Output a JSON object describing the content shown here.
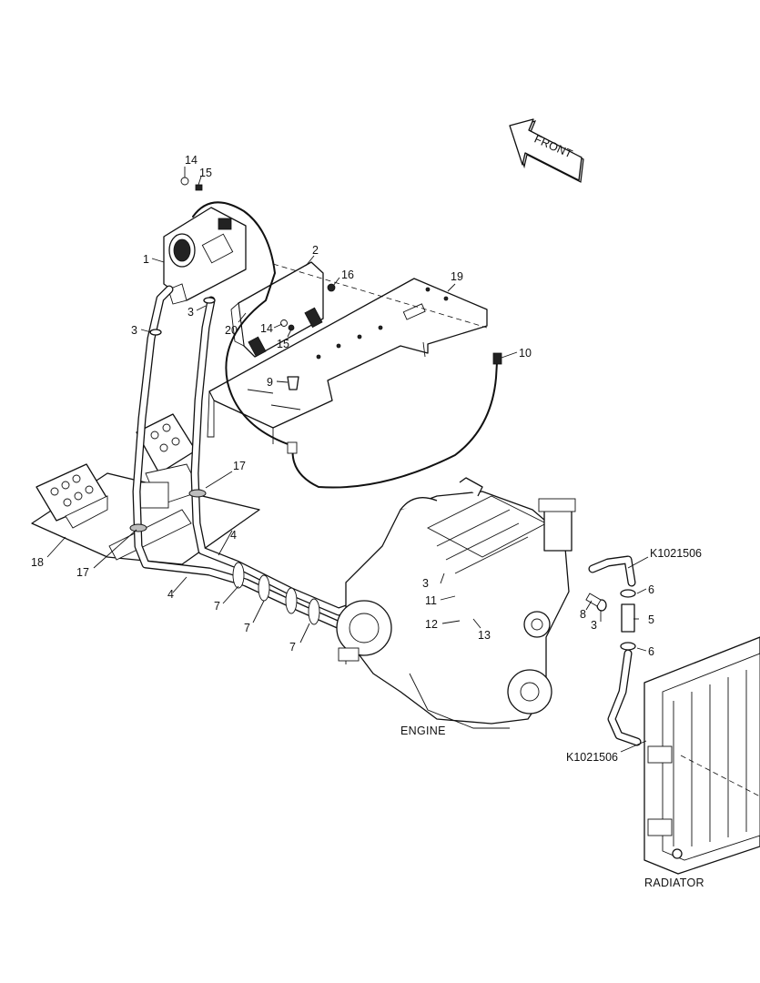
{
  "callouts": {
    "c1": "1",
    "c2": "2",
    "c3a": "3",
    "c3b": "3",
    "c3c": "3",
    "c3d": "3",
    "c4a": "4",
    "c4b": "4",
    "c5": "5",
    "c6a": "6",
    "c6b": "6",
    "c7a": "7",
    "c7b": "7",
    "c7c": "7",
    "c8": "8",
    "c9": "9",
    "c10": "10",
    "c11": "11",
    "c12": "12",
    "c13": "13",
    "c14a": "14",
    "c14b": "14",
    "c15a": "15",
    "c15b": "15",
    "c16": "16",
    "c17a": "17",
    "c17b": "17",
    "c18": "18",
    "c19": "19",
    "c20": "20",
    "k1": "K1021506",
    "k2": "K1021506"
  },
  "captions": {
    "front": "FRONT",
    "engine": "ENGINE",
    "radiator": "RADIATOR"
  }
}
